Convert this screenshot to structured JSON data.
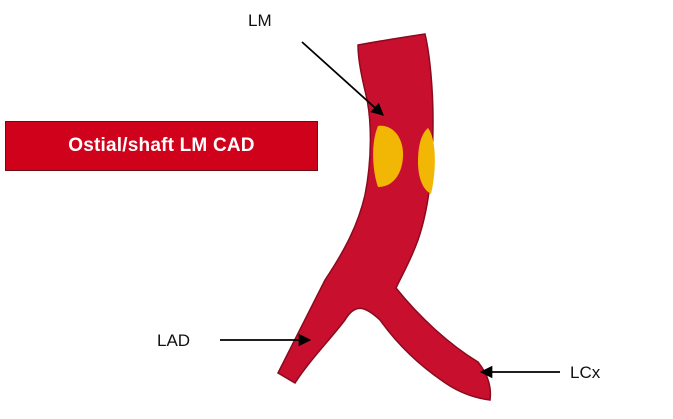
{
  "banner": {
    "text": "Ostial/shaft LM CAD",
    "color": "#d0021b"
  },
  "labels": {
    "lm": "LM",
    "lad": "LAD",
    "lcx": "LCx"
  },
  "colors": {
    "vessel": "#c8102e",
    "vessel_edge": "#8a0a1e",
    "plaque": "#f2b705",
    "arrow": "#000000"
  }
}
